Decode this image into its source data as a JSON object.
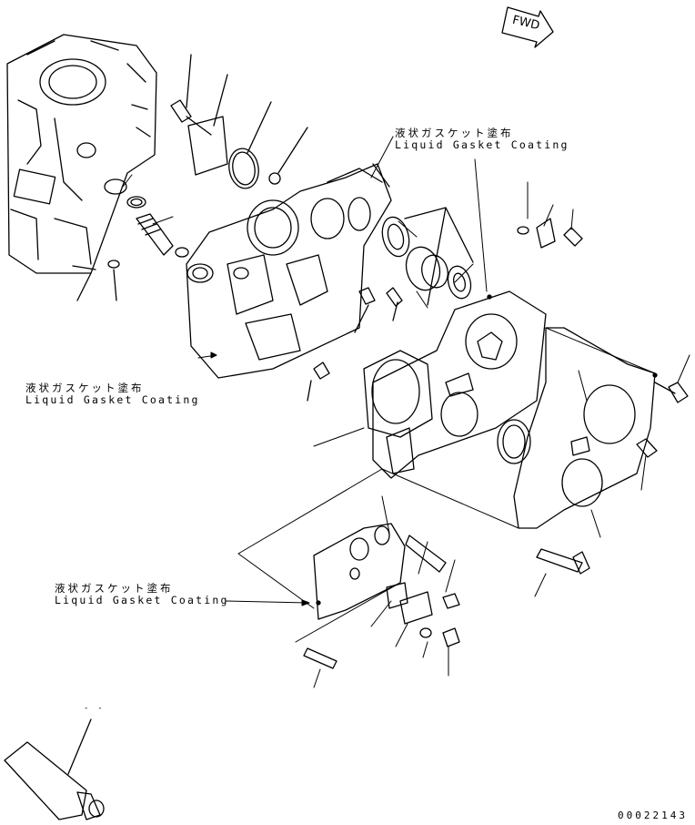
{
  "diagram": {
    "direction_label": "FWD",
    "callouts": [
      {
        "jp": "液状ガスケット塗布",
        "en": "Liquid Gasket Coating"
      },
      {
        "jp": "液状ガスケット塗布",
        "en": "Liquid Gasket Coating"
      },
      {
        "jp": "液状ガスケット塗布",
        "en": "Liquid Gasket Coating"
      }
    ],
    "drawing_code": "00022143",
    "small_mark": "- -"
  }
}
